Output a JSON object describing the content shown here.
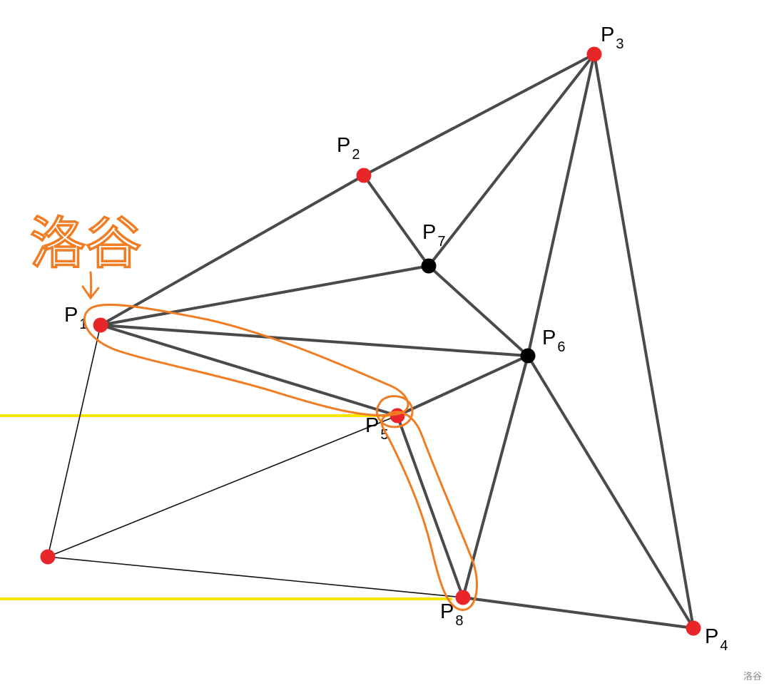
{
  "diagram": {
    "points": [
      {
        "id": "P1",
        "letter": "P",
        "sub": "1",
        "color": "#e8262a"
      },
      {
        "id": "P2",
        "letter": "P",
        "sub": "2",
        "color": "#e8262a"
      },
      {
        "id": "P3",
        "letter": "P",
        "sub": "3",
        "color": "#e8262a"
      },
      {
        "id": "P4",
        "letter": "P",
        "sub": "4",
        "color": "#e8262a"
      },
      {
        "id": "P5",
        "letter": "P",
        "sub": "5",
        "color": "#e8262a"
      },
      {
        "id": "P6",
        "letter": "P",
        "sub": "6",
        "color": "#000000"
      },
      {
        "id": "P7",
        "letter": "P",
        "sub": "7",
        "color": "#000000"
      },
      {
        "id": "P8",
        "letter": "P",
        "sub": "8",
        "color": "#e8262a"
      },
      {
        "id": "Q",
        "letter": "",
        "sub": "",
        "color": "#e8262a"
      }
    ],
    "edges_thick": [
      [
        "P1",
        "P2"
      ],
      [
        "P2",
        "P3"
      ],
      [
        "P2",
        "P7"
      ],
      [
        "P7",
        "P3"
      ],
      [
        "P1",
        "P7"
      ],
      [
        "P7",
        "P6"
      ],
      [
        "P1",
        "P6"
      ],
      [
        "P1",
        "P5"
      ],
      [
        "P5",
        "P6"
      ],
      [
        "P6",
        "P3"
      ],
      [
        "P6",
        "P4"
      ],
      [
        "P3",
        "P4"
      ],
      [
        "P5",
        "P8"
      ],
      [
        "P6",
        "P8"
      ],
      [
        "P8",
        "P4"
      ]
    ],
    "edges_thin": [
      [
        "P1",
        "Q"
      ],
      [
        "Q",
        "P5"
      ],
      [
        "Q",
        "P8"
      ]
    ],
    "edge_color": "#4a4a4a",
    "highlight_color": "#f5e600",
    "annotation_color": "#f07d24"
  },
  "annotation": {
    "text": "洛谷"
  },
  "watermark": {
    "text": "洛谷"
  }
}
